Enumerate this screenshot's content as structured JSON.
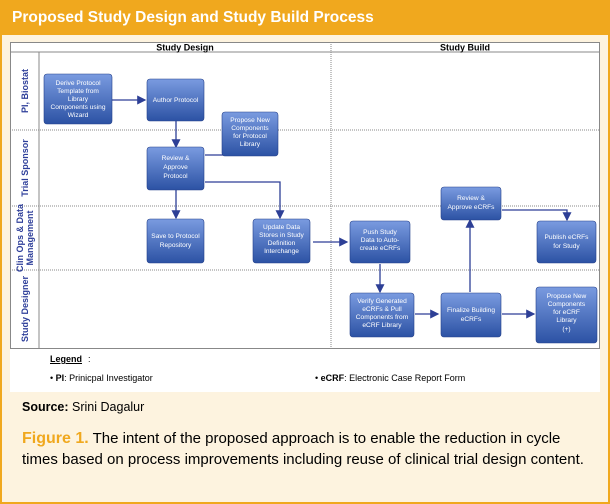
{
  "header": {
    "title": "Proposed Study Design and Study Build Process"
  },
  "columns": {
    "design": "Study Design",
    "build": "Study Build"
  },
  "lanes": [
    {
      "id": "pi",
      "label": "PI, Biostat"
    },
    {
      "id": "sponsor",
      "label": "Trial Sponsor"
    },
    {
      "id": "clinops",
      "label_line1": "Clin Ops & Data",
      "label_line2": "Management"
    },
    {
      "id": "designer",
      "label": "Study Designer"
    }
  ],
  "boxes": {
    "derive": [
      "Derive Protocol",
      "Template from",
      "Library",
      "Components using",
      "Wizard"
    ],
    "author": [
      "Author Protocol"
    ],
    "propose_new_protocol": [
      "Propose New",
      "Components",
      "for Protocol",
      "Library"
    ],
    "review_approve": [
      "Review &",
      "Approve",
      "Protocol"
    ],
    "save": [
      "Save to Protocol",
      "Repository"
    ],
    "update": [
      "Update Data",
      "Stores in Study",
      "Definition",
      "Interchange"
    ],
    "push": [
      "Push Study",
      "Data to Auto-",
      "create eCRFs"
    ],
    "review_ecrfs": [
      "Review &",
      "Approve eCRFs"
    ],
    "publish": [
      "Publish eCRFs",
      "for Study"
    ],
    "verify": [
      "Verify Generated",
      "eCRFs & Pull",
      "Components from",
      "eCRF Library"
    ],
    "finalize": [
      "Finalize Building",
      "eCRFs"
    ],
    "propose_new_ecrf": [
      "Propose New",
      "Components",
      "for eCRF",
      "Library",
      "(+)"
    ]
  },
  "legend": {
    "title": "Legend",
    "pi_abbr": "PI",
    "pi_text": ": Prinicpal Investigator",
    "ecrf_abbr": "eCRF",
    "ecrf_text": ": Electronic Case Report Form"
  },
  "source": {
    "label": "Source:",
    "name": "Srini Dagalur"
  },
  "caption": {
    "figure": "Figure 1.",
    "text": "The intent of the proposed approach is to enable the reduction in cycle times based on process improvements including reuse of clinical trial design content."
  },
  "colors": {
    "accent": "#f0a81e",
    "box_top": "#6f92d6",
    "box_bottom": "#2f56a8",
    "arrow": "#2d3f96"
  }
}
